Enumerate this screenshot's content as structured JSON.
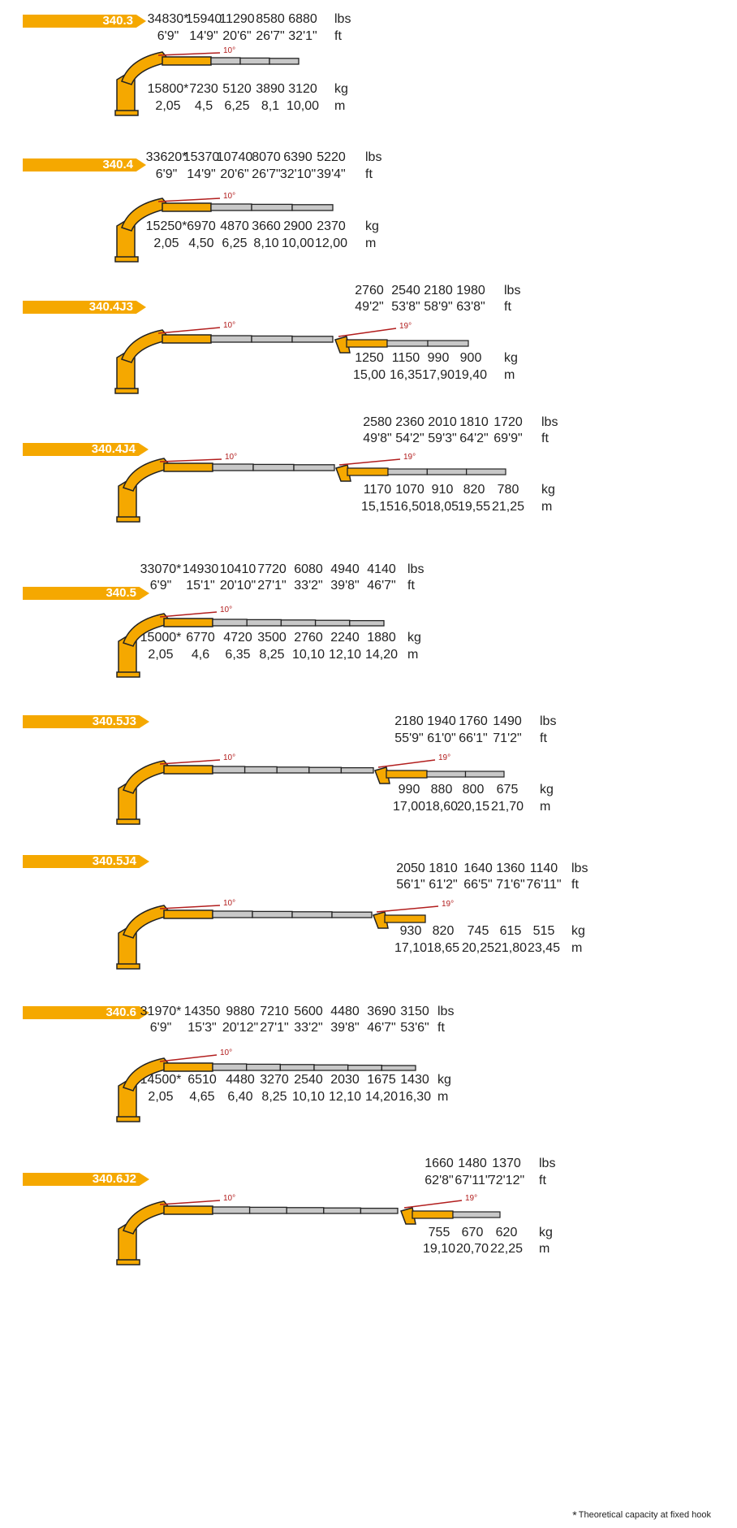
{
  "colors": {
    "accent": "#f5a800",
    "boom": "#c8c8c8",
    "angle_line": "#b21e1e"
  },
  "footnote": {
    "star": "*",
    "text": "Theoretical capacity at fixed hook"
  },
  "models": [
    {
      "label": "340.3",
      "angle_main": "10°",
      "upper": {
        "values": [
          "34830*",
          "15940",
          "11290",
          "8580",
          "6880"
        ],
        "unit": "lbs"
      },
      "upper2": {
        "values": [
          "6'9\"",
          "14'9\"",
          "20'6\"",
          "26'7\"",
          "32'1\""
        ],
        "unit": "ft"
      },
      "lower": {
        "values": [
          "15800*",
          "7230",
          "5120",
          "3890",
          "3120"
        ],
        "unit": "kg"
      },
      "lower2": {
        "values": [
          "2,05",
          "4,5",
          "6,25",
          "8,1",
          "10,00"
        ],
        "unit": "m"
      }
    },
    {
      "label": "340.4",
      "angle_main": "10°",
      "upper": {
        "values": [
          "33620*",
          "15370",
          "10740",
          "8070",
          "6390",
          "5220"
        ],
        "unit": "lbs"
      },
      "upper2": {
        "values": [
          "6'9\"",
          "14'9\"",
          "20'6\"",
          "26'7\"",
          "32'10\"",
          "39'4\""
        ],
        "unit": "ft"
      },
      "lower": {
        "values": [
          "15250*",
          "6970",
          "4870",
          "3660",
          "2900",
          "2370"
        ],
        "unit": "kg"
      },
      "lower2": {
        "values": [
          "2,05",
          "4,50",
          "6,25",
          "8,10",
          "10,00",
          "12,00"
        ],
        "unit": "m"
      }
    },
    {
      "label": "340.4J3",
      "angle_main": "10°",
      "angle_jib": "19°",
      "upper": {
        "values": [
          "2760",
          "2540",
          "2180",
          "1980"
        ],
        "unit": "lbs"
      },
      "upper2": {
        "values": [
          "49'2\"",
          "53'8\"",
          "58'9\"",
          "63'8\""
        ],
        "unit": "ft"
      },
      "lower": {
        "values": [
          "1250",
          "1150",
          "990",
          "900"
        ],
        "unit": "kg"
      },
      "lower2": {
        "values": [
          "15,00",
          "16,35",
          "17,90",
          "19,40"
        ],
        "unit": "m"
      }
    },
    {
      "label": "340.4J4",
      "angle_main": "10°",
      "angle_jib": "19°",
      "upper": {
        "values": [
          "2580",
          "2360",
          "2010",
          "1810",
          "1720"
        ],
        "unit": "lbs"
      },
      "upper2": {
        "values": [
          "49'8\"",
          "54'2\"",
          "59'3\"",
          "64'2\"",
          "69'9\""
        ],
        "unit": "ft"
      },
      "lower": {
        "values": [
          "1170",
          "1070",
          "910",
          "820",
          "780"
        ],
        "unit": "kg"
      },
      "lower2": {
        "values": [
          "15,15",
          "16,50",
          "18,05",
          "19,55",
          "21,25"
        ],
        "unit": "m"
      }
    },
    {
      "label": "340.5",
      "angle_main": "10°",
      "upper": {
        "values": [
          "33070*",
          "14930",
          "10410",
          "7720",
          "6080",
          "4940",
          "4140"
        ],
        "unit": "lbs"
      },
      "upper2": {
        "values": [
          "6'9\"",
          "15'1\"",
          "20'10\"",
          "27'1\"",
          "33'2\"",
          "39'8\"",
          "46'7\""
        ],
        "unit": "ft"
      },
      "lower": {
        "values": [
          "15000*",
          "6770",
          "4720",
          "3500",
          "2760",
          "2240",
          "1880"
        ],
        "unit": "kg"
      },
      "lower2": {
        "values": [
          "2,05",
          "4,6",
          "6,35",
          "8,25",
          "10,10",
          "12,10",
          "14,20"
        ],
        "unit": "m"
      }
    },
    {
      "label": "340.5J3",
      "angle_main": "10°",
      "angle_jib": "19°",
      "upper": {
        "values": [
          "2180",
          "1940",
          "1760",
          "1490"
        ],
        "unit": "lbs"
      },
      "upper2": {
        "values": [
          "55'9\"",
          "61'0\"",
          "66'1\"",
          "71'2\""
        ],
        "unit": "ft"
      },
      "lower": {
        "values": [
          "990",
          "880",
          "800",
          "675"
        ],
        "unit": "kg"
      },
      "lower2": {
        "values": [
          "17,00",
          "18,60",
          "20,15",
          "21,70"
        ],
        "unit": "m"
      }
    },
    {
      "label": "340.5J4",
      "angle_main": "10°",
      "angle_jib": "19°",
      "upper": {
        "values": [
          "2050",
          "1810",
          "1640",
          "1360",
          "1140"
        ],
        "unit": "lbs"
      },
      "upper2": {
        "values": [
          "56'1\"",
          "61'2\"",
          "66'5\"",
          "71'6\"",
          "76'11\""
        ],
        "unit": "ft"
      },
      "lower": {
        "values": [
          "930",
          "820",
          "745",
          "615",
          "515"
        ],
        "unit": "kg"
      },
      "lower2": {
        "values": [
          "17,10",
          "18,65",
          "20,25",
          "21,80",
          "23,45"
        ],
        "unit": "m"
      }
    },
    {
      "label": "340.6",
      "angle_main": "10°",
      "upper": {
        "values": [
          "31970*",
          "14350",
          "9880",
          "7210",
          "5600",
          "4480",
          "3690",
          "3150"
        ],
        "unit": "lbs"
      },
      "upper2": {
        "values": [
          "6'9\"",
          "15'3\"",
          "20'12\"",
          "27'1\"",
          "33'2\"",
          "39'8\"",
          "46'7\"",
          "53'6\""
        ],
        "unit": "ft"
      },
      "lower": {
        "values": [
          "14500*",
          "6510",
          "4480",
          "3270",
          "2540",
          "2030",
          "1675",
          "1430"
        ],
        "unit": "kg"
      },
      "lower2": {
        "values": [
          "2,05",
          "4,65",
          "6,40",
          "8,25",
          "10,10",
          "12,10",
          "14,20",
          "16,30"
        ],
        "unit": "m"
      }
    },
    {
      "label": "340.6J2",
      "angle_main": "10°",
      "angle_jib": "19°",
      "upper": {
        "values": [
          "1660",
          "1480",
          "1370"
        ],
        "unit": "lbs"
      },
      "upper2": {
        "values": [
          "62'8\"",
          "67'11\"",
          "72'12\""
        ],
        "unit": "ft"
      },
      "lower": {
        "values": [
          "755",
          "670",
          "620"
        ],
        "unit": "kg"
      },
      "lower2": {
        "values": [
          "19,10",
          "20,70",
          "22,25"
        ],
        "unit": "m"
      }
    }
  ]
}
